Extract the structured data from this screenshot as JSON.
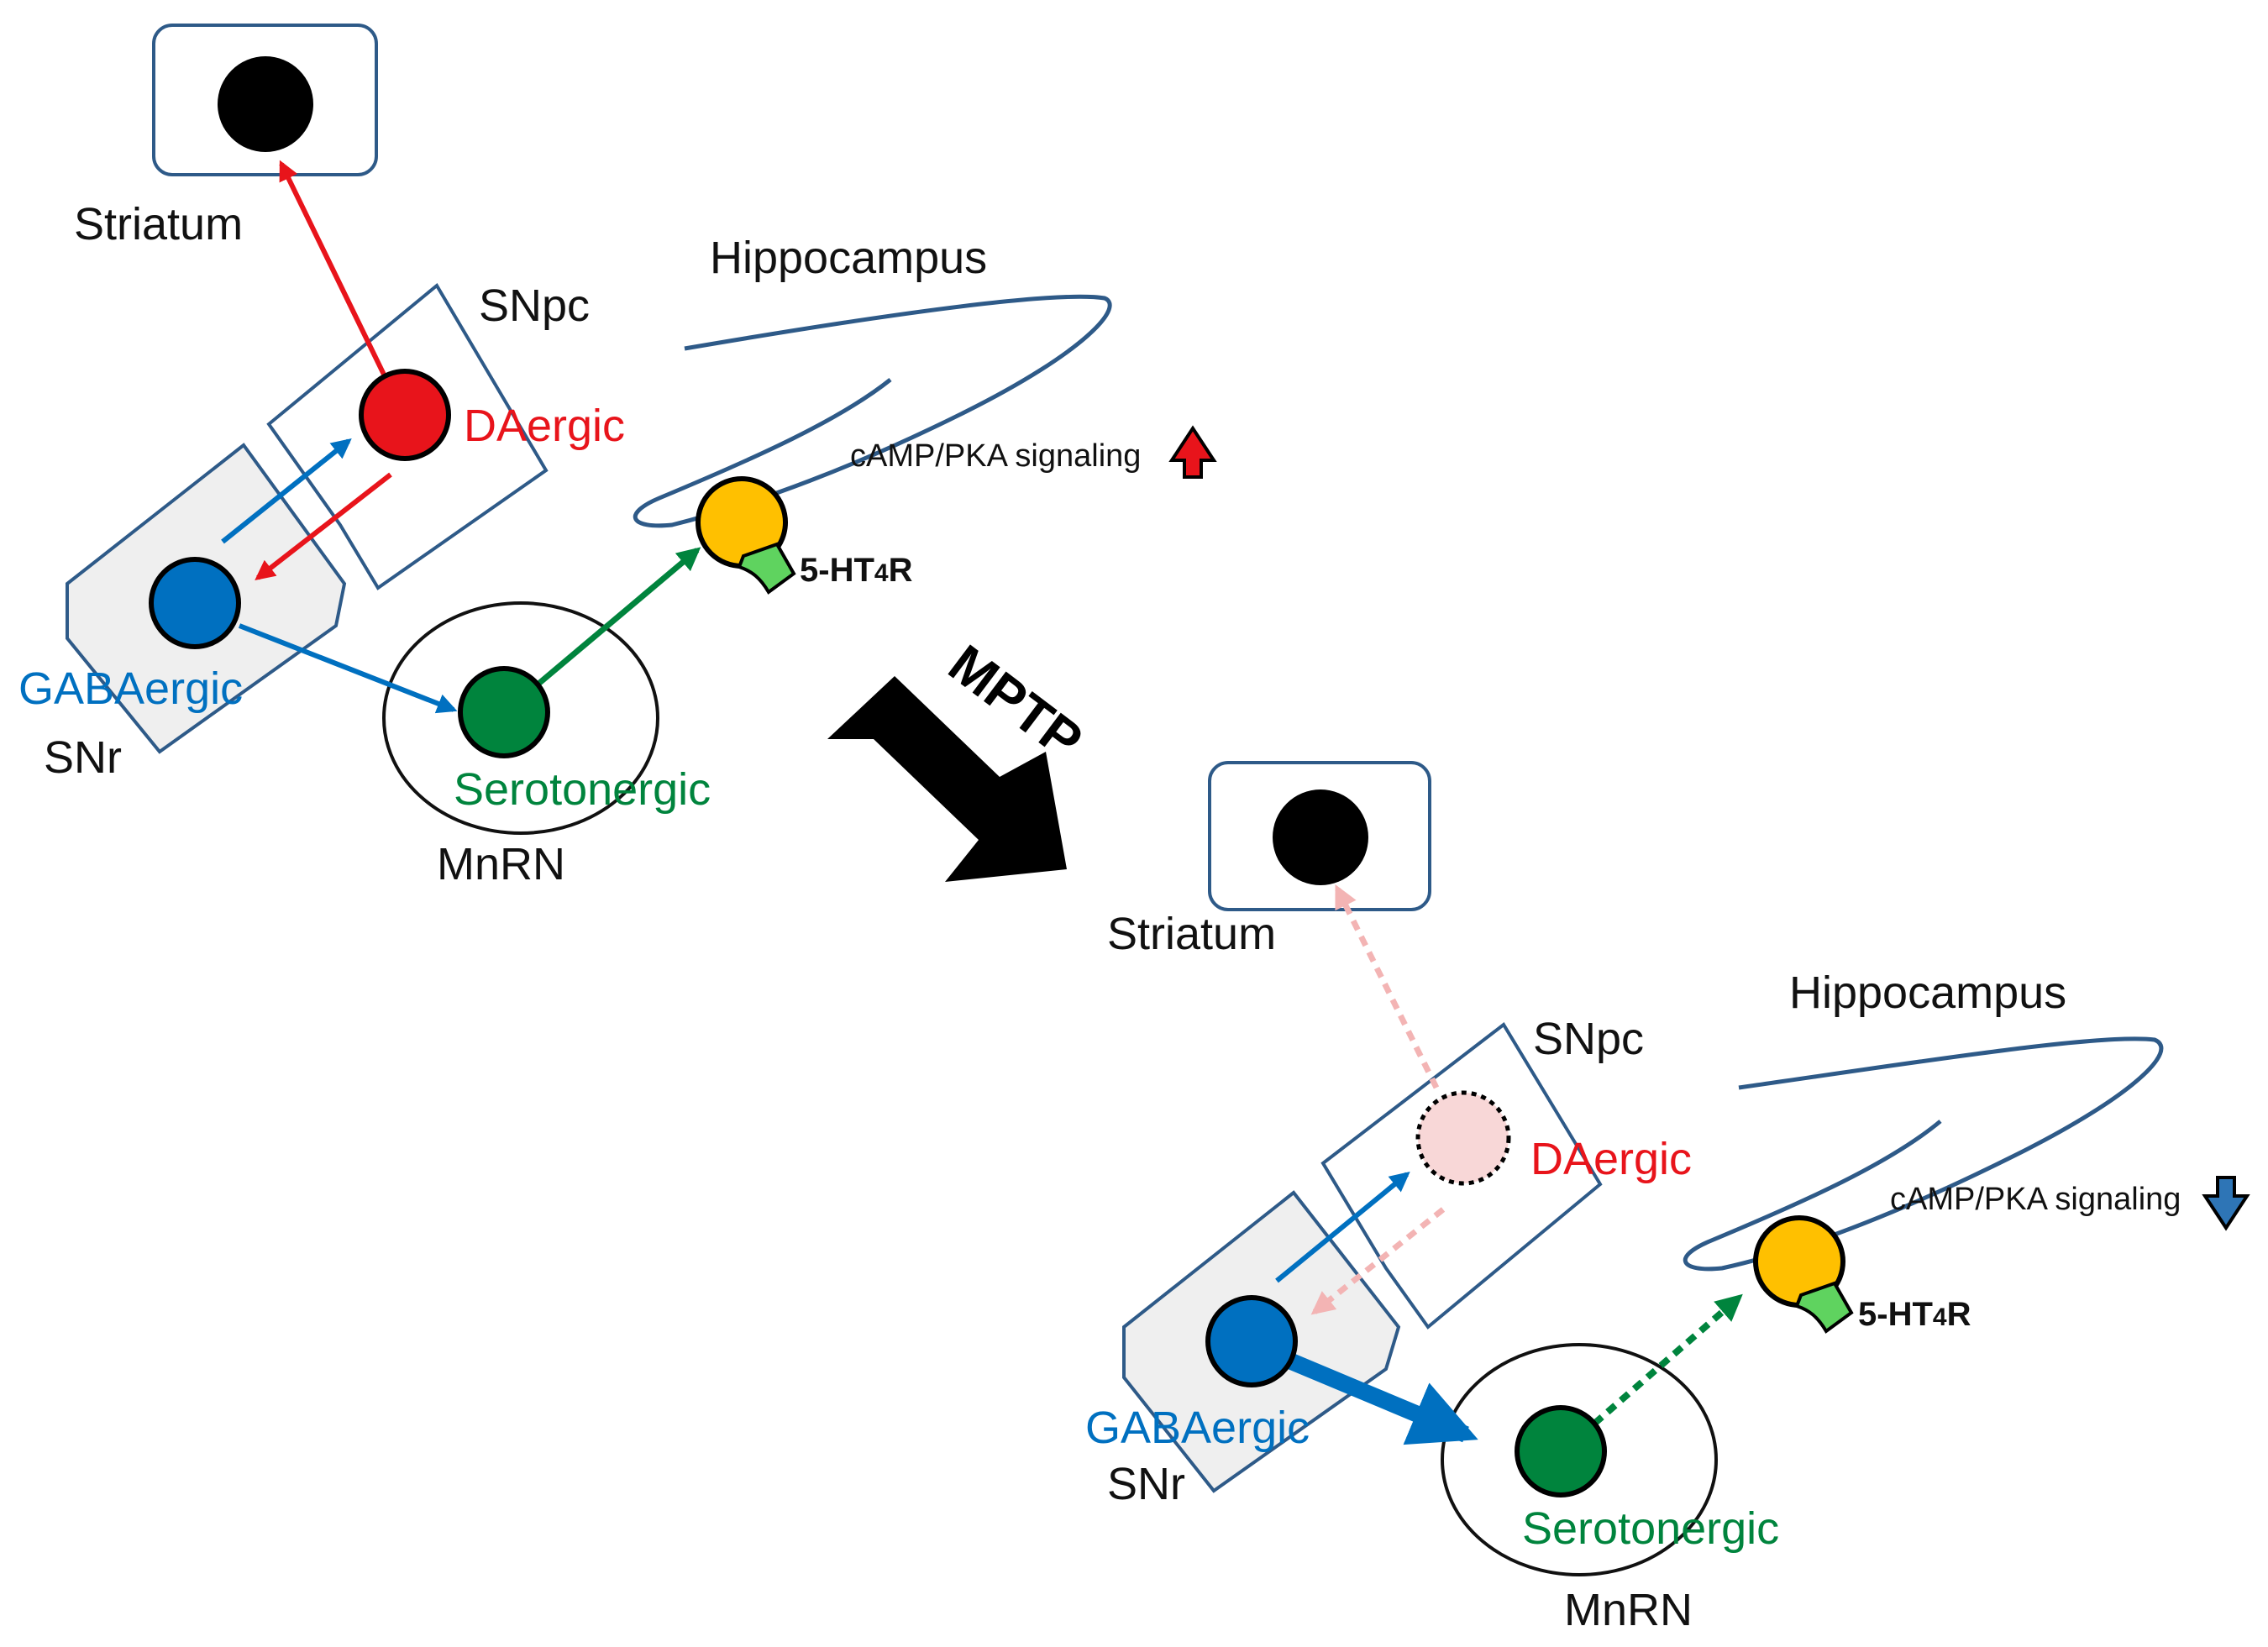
{
  "panel_before": {
    "striatum": "Striatum",
    "snpc": "SNpc",
    "snr": "SNr",
    "hippocampus": "Hippocampus",
    "daergic": "DAergic",
    "gabaergic": "GABAergic",
    "serotonergic": "Serotonergic",
    "mnrn": "MnRN",
    "signaling": "cAMP/PKA signaling",
    "receptor": "5-HT",
    "receptor_sub": "4",
    "receptor_end": "R"
  },
  "panel_after": {
    "striatum": "Striatum",
    "snpc": "SNpc",
    "snr": "SNr",
    "hippocampus": "Hippocampus",
    "daergic": "DAergic",
    "gabaergic": "GABAergic",
    "serotonergic": "Serotonergic",
    "mnrn": "MnRN",
    "signaling": "cAMP/PKA signaling",
    "receptor": "5-HT",
    "receptor_sub": "4",
    "receptor_end": "R"
  },
  "treatment": "MPTP",
  "colors": {
    "dopaminergic": "#e8141b",
    "gabaergic": "#0070c0",
    "serotonergic": "#00843d",
    "hippocampal_neuron": "#ffc000",
    "receptor": "#5fd35f",
    "region_outline": "#2e5a88",
    "lost_neuron": "#f8d7d7",
    "faded_projection": "#f3b4b4",
    "signal_up": "#e8141b",
    "signal_down": "#2e75b6"
  },
  "icons": {
    "signal_up": "arrow-up-icon",
    "signal_down": "arrow-down-icon",
    "receptor": "receptor-icon"
  }
}
